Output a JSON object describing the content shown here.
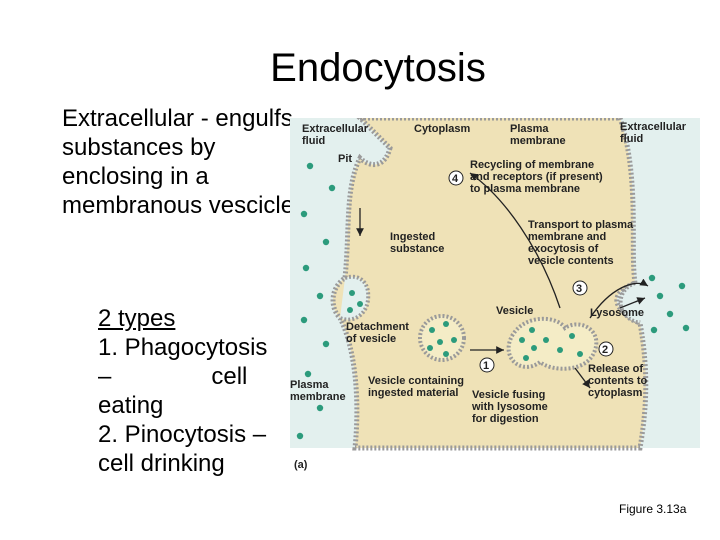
{
  "slide": {
    "title": "Endocytosis",
    "intro": "Extracellular - engulfs substances by enclosing in a membranous vescicle",
    "types_heading": "2 types",
    "type1_line1": "1. Phagocytosis",
    "type1_line2": "–               cell",
    "type1_line3": "eating",
    "type2_line1": "2. Pinocytosis –",
    "type2_line2": "cell drinking",
    "caption": "Figure 3.13a"
  },
  "figure": {
    "extracellular_fluid_left": [
      "Extracellular",
      "fluid"
    ],
    "cytoplasm": "Cytoplasm",
    "plasma_membrane_top": [
      "Plasma",
      "membrane"
    ],
    "extracellular_fluid_right": [
      "Extracellular",
      "fluid"
    ],
    "pit": "Pit",
    "step4": [
      "Recycling of membrane",
      "and receptors (if present)",
      "to plasma membrane"
    ],
    "ingested_substance": [
      "Ingested",
      "substance"
    ],
    "transport": [
      "Transport to plasma",
      "membrane and",
      "exocytosis of",
      "vesicle contents"
    ],
    "vesicle": "Vesicle",
    "lysosome": "Lysosome",
    "detachment": [
      "Detachment",
      "of vesicle"
    ],
    "release": [
      "Release of",
      "contents to",
      "cytoplasm"
    ],
    "vesicle_containing": [
      "Vesicle containing",
      "ingested material"
    ],
    "plasma_membrane_bottom": [
      "Plasma",
      "membrane"
    ],
    "vesicle_fusing": [
      "Vesicle fusing",
      "with lysosome",
      "for digestion"
    ],
    "panel_label": "(a)",
    "step_numbers": [
      "1",
      "2",
      "3",
      "4"
    ],
    "colors": {
      "cytoplasm": "#efe2b7",
      "fluid": "#e3f0ee",
      "membrane": "#9a9a9a",
      "particle": "#2c9b7c"
    }
  }
}
